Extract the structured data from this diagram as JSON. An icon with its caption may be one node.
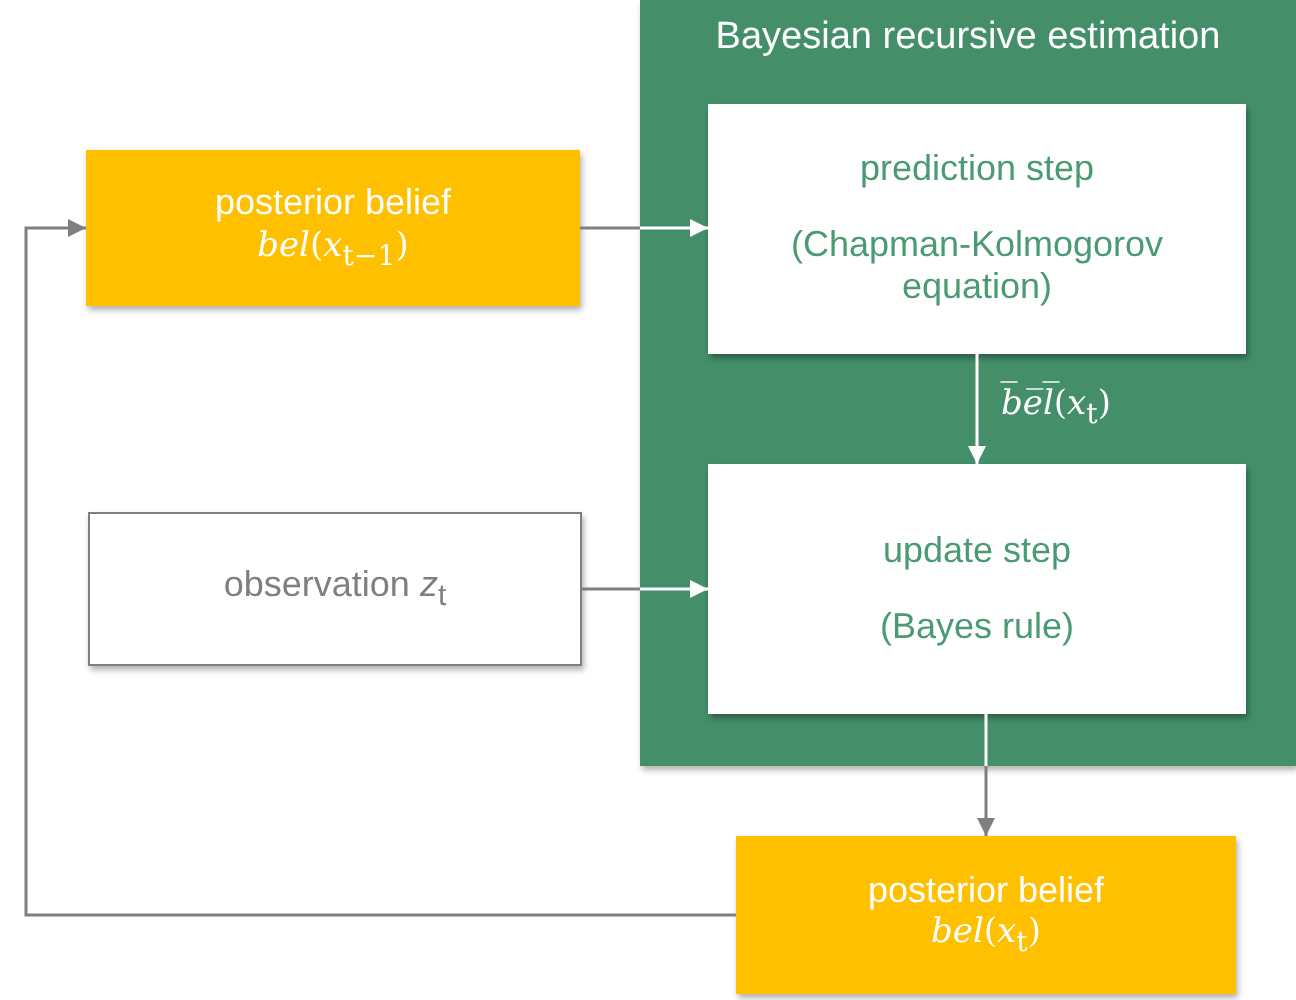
{
  "diagram": {
    "nodes": [
      {
        "text": [
          "posterior belief",
          "*bel*(*x*$_{t−1}$)"
        ]
      },
      {
        "text": [
          "Bayesian recursive estimation"
        ]
      },
      {
        "text": [
          "prediction step",
          "(Chapman-Kolmogorov equation)"
        ],
        "in": 1
      },
      {
        "text": [
          "update step",
          "(Bayes rule)"
        ],
        "in": 1
      },
      {
        "text": [
          "observation *z*$_{t}$"
        ]
      },
      {
        "text": [
          "posterior belief",
          "*bel*(*x*$_{t}$)"
        ]
      }
    ],
    "edges": [
      {
        "from": 0,
        "to": 2,
        "arrow": "to"
      },
      {
        "from": 2,
        "to": 3,
        "arrow": "to",
        "label": "*b̅e̅l̅*(*x*$_{t}$)"
      },
      {
        "from": 4,
        "to": 3,
        "arrow": "to"
      },
      {
        "from": 3,
        "to": 5,
        "arrow": "to"
      },
      {
        "from": 5,
        "to": 0,
        "arrow": "to",
        "color": "#7f7f7f"
      }
    ]
  }
}
